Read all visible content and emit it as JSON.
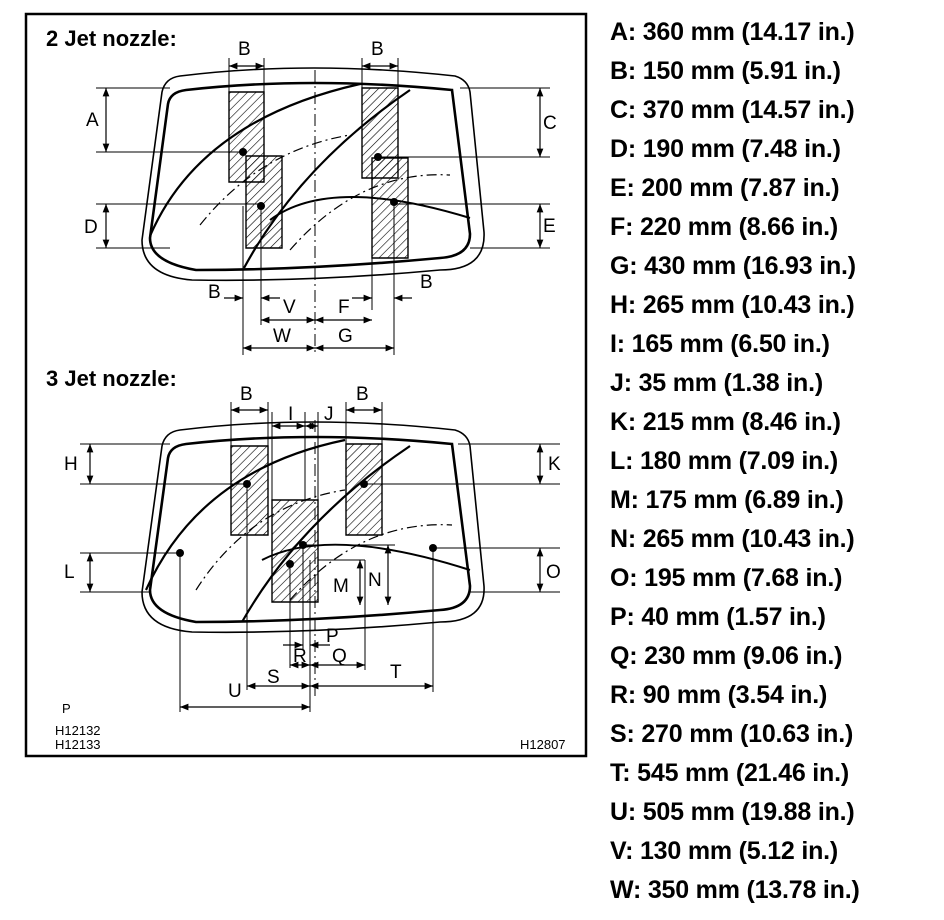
{
  "figure": {
    "sections": [
      {
        "id": "two_jet",
        "title": "2 Jet nozzle:"
      },
      {
        "id": "three_jet",
        "title": "3 Jet nozzle:"
      }
    ],
    "letters": {
      "A": "A",
      "B": "B",
      "C": "C",
      "D": "D",
      "E": "E",
      "F": "F",
      "G": "G",
      "H": "H",
      "I": "I",
      "J": "J",
      "K": "K",
      "L": "L",
      "M": "M",
      "N": "N",
      "O": "O",
      "P": "P",
      "Q": "Q",
      "R": "R",
      "S": "S",
      "T": "T",
      "U": "U",
      "V": "V",
      "W": "W"
    },
    "corner_label": "P",
    "codes": [
      "H12132",
      "H12133"
    ],
    "figure_code": "H12807"
  },
  "legend": [
    {
      "key": "A",
      "text": "A: 360 mm (14.17 in.)"
    },
    {
      "key": "B",
      "text": "B: 150 mm (5.91 in.)"
    },
    {
      "key": "C",
      "text": "C: 370 mm (14.57 in.)"
    },
    {
      "key": "D",
      "text": "D: 190 mm (7.48 in.)"
    },
    {
      "key": "E",
      "text": "E: 200 mm (7.87 in.)"
    },
    {
      "key": "F",
      "text": "F: 220 mm (8.66 in.)"
    },
    {
      "key": "G",
      "text": "G: 430 mm (16.93 in.)"
    },
    {
      "key": "H",
      "text": "H: 265 mm (10.43 in.)"
    },
    {
      "key": "I",
      "text": "I: 165 mm (6.50 in.)"
    },
    {
      "key": "J",
      "text": "J: 35 mm (1.38 in.)"
    },
    {
      "key": "K",
      "text": "K: 215 mm (8.46 in.)"
    },
    {
      "key": "L",
      "text": "L: 180 mm (7.09 in.)"
    },
    {
      "key": "M",
      "text": "M: 175 mm (6.89 in.)"
    },
    {
      "key": "N",
      "text": "N: 265 mm (10.43 in.)"
    },
    {
      "key": "O",
      "text": "O: 195 mm (7.68 in.)"
    },
    {
      "key": "P",
      "text": "P: 40 mm (1.57 in.)"
    },
    {
      "key": "Q",
      "text": "Q: 230 mm (9.06 in.)"
    },
    {
      "key": "R",
      "text": "R: 90 mm (3.54 in.)"
    },
    {
      "key": "S",
      "text": "S: 270 mm (10.63 in.)"
    },
    {
      "key": "T",
      "text": "T: 545 mm (21.46 in.)"
    },
    {
      "key": "U",
      "text": "U: 505 mm (19.88 in.)"
    },
    {
      "key": "V",
      "text": "V: 130 mm (5.12 in.)"
    },
    {
      "key": "W",
      "text": "W: 350 mm (13.78 in.)"
    }
  ]
}
